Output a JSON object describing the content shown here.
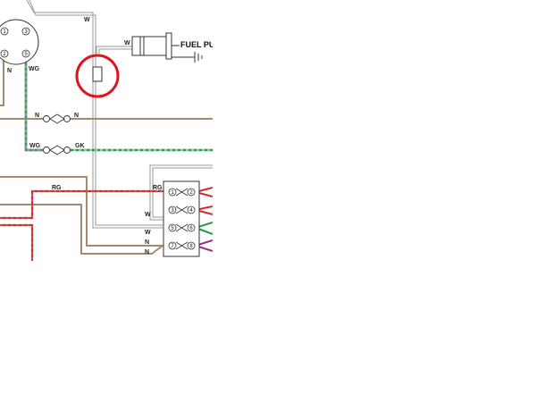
{
  "diagram": {
    "fuel_pump_label": "FUEL PU",
    "labels": {
      "w_top": "W",
      "w_pump": "W",
      "wg": "WG",
      "n_meter": "N",
      "n_left": "N",
      "n_right": "N",
      "wg_conn": "WG",
      "gk": "GK",
      "rg_left": "RG",
      "rg_right": "RG",
      "w_block": "W",
      "w_block2": "W",
      "n_block1": "N",
      "n_block2": "N"
    },
    "gauge_pins": [
      "1",
      "3",
      "2",
      "5"
    ],
    "terminal_pins": [
      "1",
      "2",
      "3",
      "4",
      "5",
      "6",
      "7",
      "8"
    ]
  },
  "colors": {
    "tan": "#a58b6b",
    "white_wire": "#9a9a9a",
    "green": "#1aa04a",
    "red": "#d8262c",
    "purple": "#9b2c8f",
    "highlight": "#e0141c"
  }
}
